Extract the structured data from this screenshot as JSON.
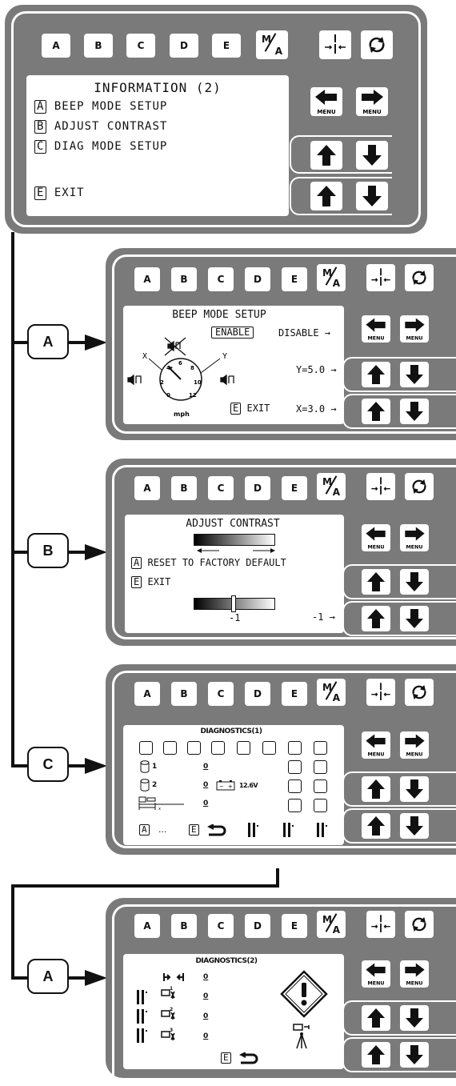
{
  "keys": [
    "A",
    "B",
    "C",
    "D",
    "E"
  ],
  "ma_key": {
    "m": "M",
    "a": "A"
  },
  "menu_label": "MENU",
  "info_screen": {
    "title": "INFORMATION (2)",
    "items": [
      {
        "key": "A",
        "label": "BEEP MODE SETUP"
      },
      {
        "key": "B",
        "label": "ADJUST CONTRAST"
      },
      {
        "key": "C",
        "label": "DIAG MODE SETUP"
      }
    ],
    "exit": {
      "key": "E",
      "label": "EXIT"
    }
  },
  "connectors": [
    "A",
    "B",
    "C",
    "A"
  ],
  "beep_screen": {
    "title": "BEEP MODE SETUP",
    "enable": "ENABLE",
    "disable": "DISABLE",
    "y_value": "Y=5.0",
    "x_value": "X=3.0",
    "x_label": "X",
    "y_label": "Y",
    "gauge_numbers": [
      "0",
      "2",
      "4",
      "6",
      "8",
      "10",
      "12"
    ],
    "unit": "mph",
    "exit": {
      "key": "E",
      "label": "EXIT"
    }
  },
  "contrast_screen": {
    "title": "ADJUST CONTRAST",
    "reset": {
      "key": "A",
      "label": "RESET TO FACTORY DEFAULT"
    },
    "exit": {
      "key": "E",
      "label": "EXIT"
    },
    "slider_value": "-1",
    "side_value": "-1",
    "slider_level": 0.49
  },
  "diag1_screen": {
    "title": "DIAGNOSTICS(1)",
    "row_labels": [
      "1",
      "2"
    ],
    "values": [
      "0",
      "0",
      "0"
    ],
    "voltage": "12.6V",
    "a_key": "A",
    "dots": "...",
    "e_key": "E"
  },
  "diag2_screen": {
    "title": "DIAGNOSTICS(2)",
    "values": [
      "0",
      "0",
      "0",
      "0"
    ],
    "sub_numbers": [
      "1",
      "2",
      "3"
    ],
    "e_key": "E"
  }
}
